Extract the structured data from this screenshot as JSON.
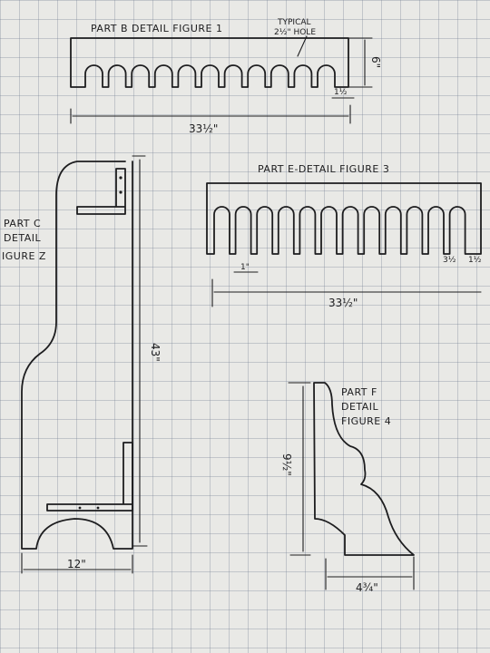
{
  "figures": {
    "b": {
      "title": "PART B DETAIL FIGURE 1",
      "note_line1": "TYPICAL",
      "note_line2": "2½\" HOLE",
      "height_dim": "6\"",
      "gap_dim": "1½",
      "length_dim": "33½\""
    },
    "e": {
      "title": "PART E-DETAIL FIGURE 3",
      "slot_dim": "1\"",
      "gap_dim_a": "3½",
      "gap_dim_b": "1½",
      "length_dim": "33½\""
    },
    "c": {
      "title_line1": "PART C",
      "title_line2": "DETAIL",
      "title_line3": "IGURE Z",
      "height_dim": "43\"",
      "width_dim": "12\""
    },
    "f": {
      "title_line1": "PART F",
      "title_line2": "DETAIL",
      "title_line3": "FIGURE 4",
      "height_dim": "9½\"",
      "width_dim": "4¾\""
    }
  }
}
